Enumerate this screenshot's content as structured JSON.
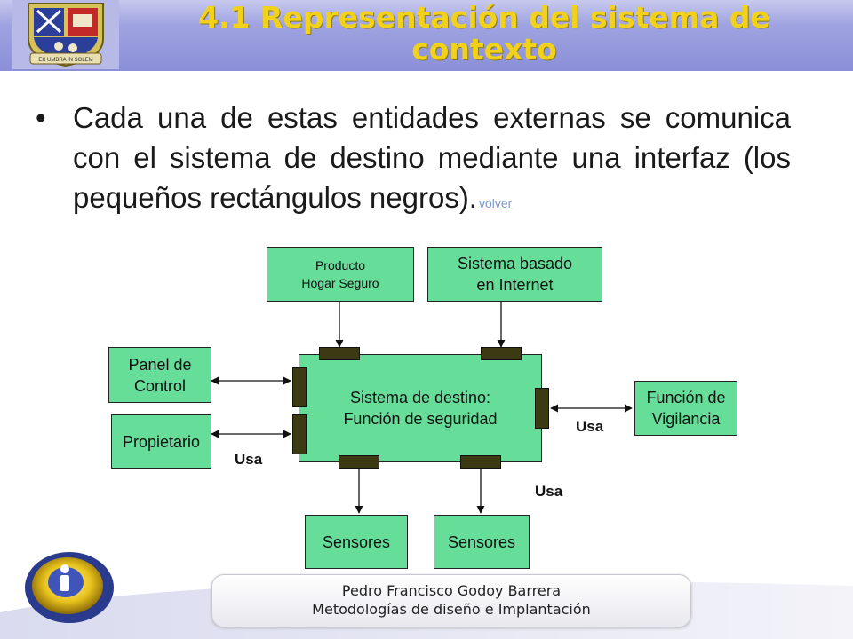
{
  "header": {
    "title": "4.1 Representación del sistema de contexto",
    "logo_caption": "EX UMBRA IN SOLEM"
  },
  "bullet": {
    "text": "Cada una de estas entidades externas se comunica con el sistema de destino mediante una interfaz (los pequeños rectángulos negros).",
    "link_label": "volver"
  },
  "diagram": {
    "producto": [
      "Producto",
      "Hogar Seguro"
    ],
    "internet": [
      "Sistema basado",
      "en Internet"
    ],
    "panel": [
      "Panel de",
      "Control"
    ],
    "propietario": "Propietario",
    "target": [
      "Sistema de destino:",
      "Función de seguridad"
    ],
    "vigilancia": [
      "Función de",
      "Vigilancia"
    ],
    "sensor1": "Sensores",
    "sensor2": "Sensores",
    "uses_left": "Usa",
    "uses_right": "Usa",
    "uses_bottom": "Usa",
    "colors": {
      "box": "#66dd99",
      "interface": "#3b3a12"
    }
  },
  "footer": {
    "author": "Pedro Francisco Godoy Barrera",
    "subject": "Metodologías de diseño e Implantación"
  }
}
